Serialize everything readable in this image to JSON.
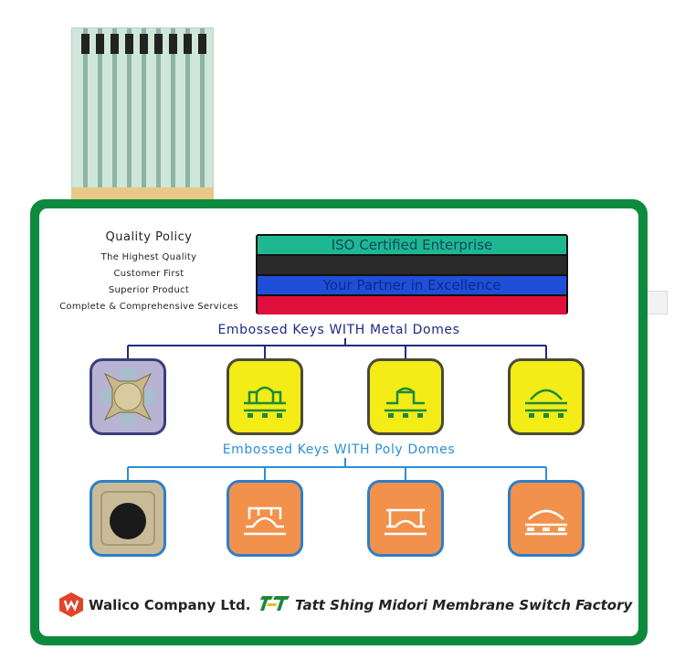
{
  "quality_policy": {
    "title": "Quality Policy",
    "lines": [
      "The Highest Quality",
      "Customer First",
      "Superior Product",
      "Complete & Comprehensive Services"
    ]
  },
  "iso_panel": {
    "line1": "ISO Certified Enterprise",
    "line2": "Your Partner in Excellence"
  },
  "headings": {
    "metal": "Embossed Keys WITH Metal Domes",
    "poly": "Embossed Keys WITH Poly Domes"
  },
  "footer": {
    "company1": "Walico Company Ltd.",
    "company2": "Tatt Shing Midori Membrane Switch Factory"
  },
  "colors": {
    "frame_green": "#0e8a3f",
    "key_yellow": "#f3ec16",
    "key_orange": "#f2914b",
    "heading_navy": "#1d2a86",
    "heading_blue": "#2b8fd8"
  }
}
